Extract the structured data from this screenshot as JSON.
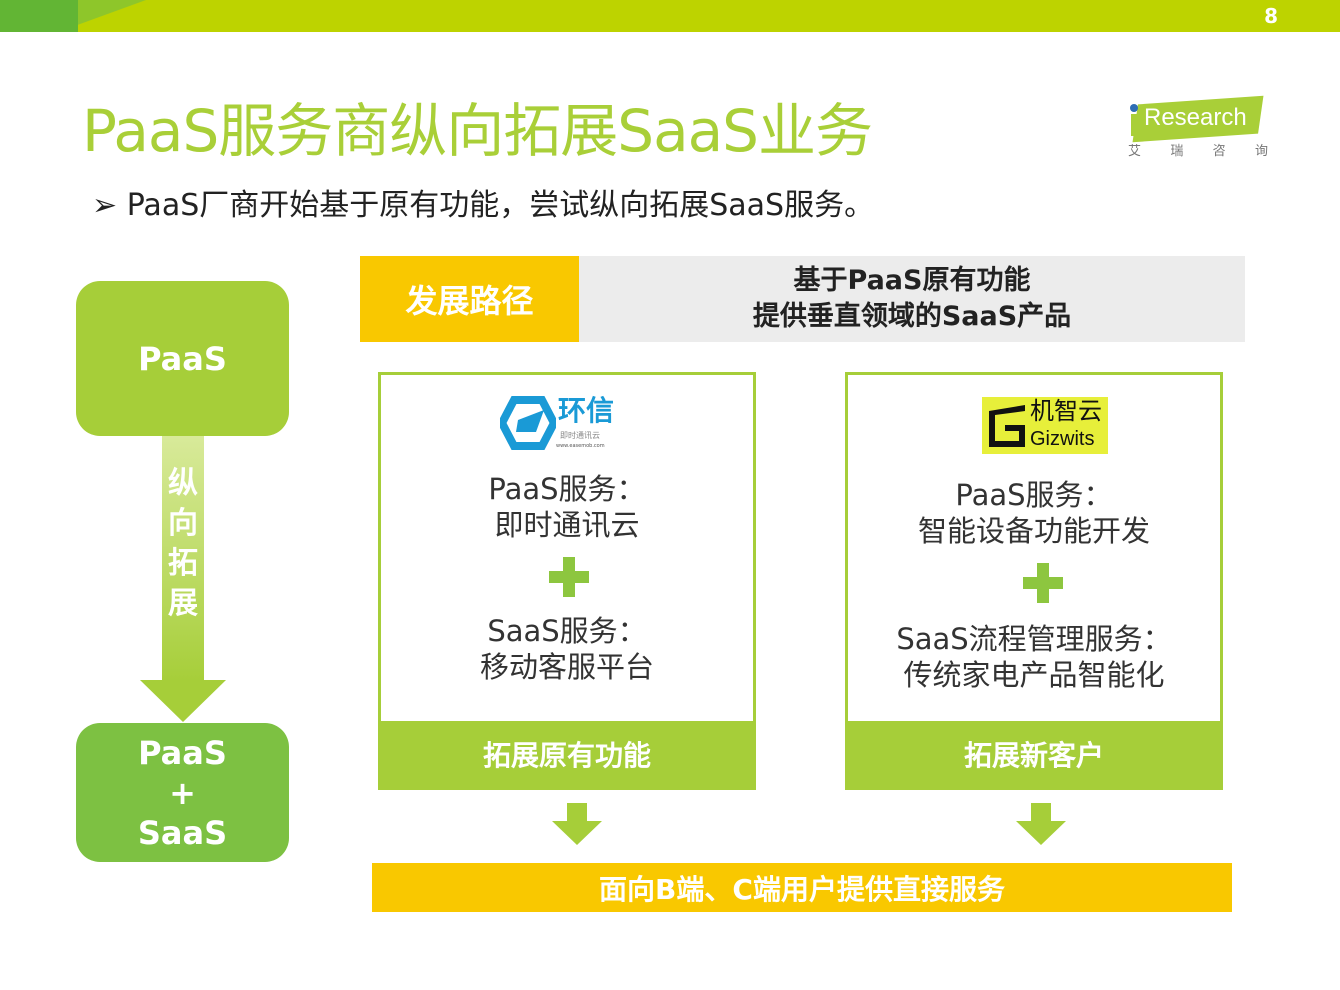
{
  "page_number": "8",
  "title": "PaaS服务商纵向拓展SaaS业务",
  "bullet": "PaaS厂商开始基于原有功能，尝试纵向拓展SaaS服务。",
  "logo": {
    "name": "iResearch",
    "cn": [
      "艾",
      "瑞",
      "咨",
      "询"
    ]
  },
  "left": {
    "top": "PaaS",
    "arrow_text": [
      "纵",
      "向",
      "拓",
      "展"
    ],
    "bottom": [
      "PaaS",
      "+",
      "SaaS"
    ]
  },
  "path": {
    "label": "发展路径",
    "desc_line1": "基于PaaS原有功能",
    "desc_line2": "提供垂直领域的SaaS产品"
  },
  "cards": [
    {
      "logo_cn": "环信",
      "logo_sub": "即时通讯云",
      "logo_url": "www.easemob.com",
      "paas_label": "PaaS服务：",
      "paas_value": "即时通讯云",
      "saas_label": "SaaS服务：",
      "saas_value": "移动客服平台",
      "footer": "拓展原有功能"
    },
    {
      "logo_cn": "机智云",
      "logo_en": "Gizwits",
      "paas_label": "PaaS服务：",
      "paas_value": "智能设备功能开发",
      "saas_label": "SaaS流程管理服务：",
      "saas_value": "传统家电产品智能化",
      "footer": "拓展新客户"
    }
  ],
  "bottom_bar": "面向B端、C端用户提供直接服务",
  "colors": {
    "green": "#a6ce39",
    "dark_green": "#7dc142",
    "yellow": "#f9c800",
    "topbar": "#bdd300"
  }
}
